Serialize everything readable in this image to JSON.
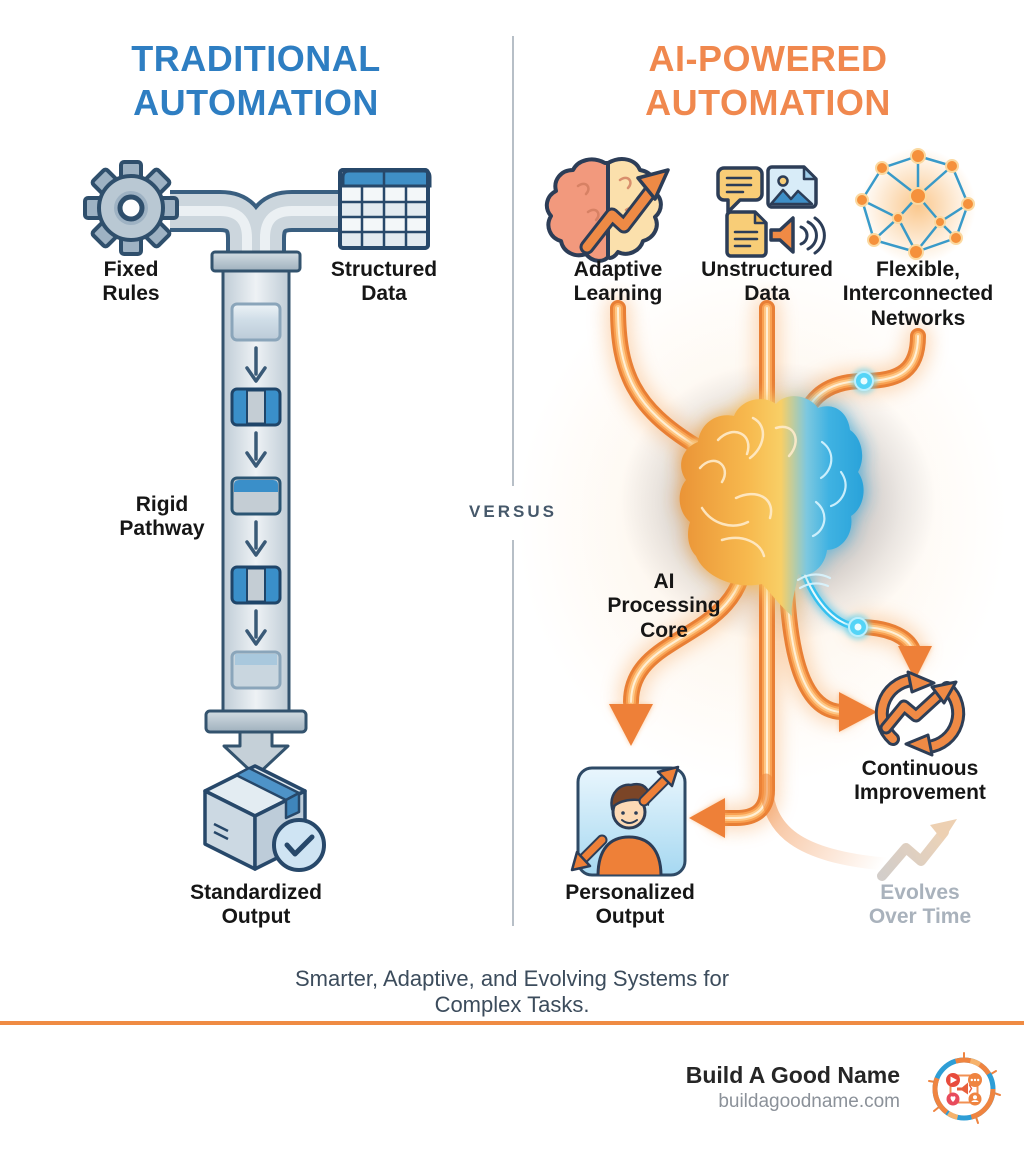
{
  "header": {
    "left_title": "TRADITIONAL\nAUTOMATION",
    "right_title": "AI-POWERED\nAUTOMATION",
    "versus": "VERSUS"
  },
  "traditional": {
    "fixed_rules": "Fixed\nRules",
    "structured_data": "Structured\nData",
    "rigid_pathway": "Rigid\nPathway",
    "standardized_output": "Standardized\nOutput"
  },
  "ai": {
    "adaptive_learning": "Adaptive\nLearning",
    "unstructured_data": "Unstructured\nData",
    "flexible_networks": "Flexible,\nInterconnected\nNetworks",
    "processing_core": "AI\nProcessing\nCore",
    "personalized_output": "Personalized\nOutput",
    "continuous_improvement": "Continuous\nImprovement",
    "evolves_over_time": "Evolves\nOver Time"
  },
  "footer": {
    "tagline": "Smarter, Adaptive, and Evolving Systems for Complex Tasks.",
    "brand_name": "Build A Good Name",
    "brand_url": "buildagoodname.com"
  },
  "colors": {
    "traditional_blue": "#2E7EC2",
    "ai_orange": "#F0884E",
    "stream_orange": "#E87F35",
    "pipe_gray": "#CCD6DD",
    "outline_navy": "#2C3D57",
    "divider_gray": "#B7BFC7",
    "muted_label_gray": "#A9B2BC",
    "tagline_slate": "#3C4C5C",
    "footer_rule_orange": "#EF8B43",
    "neural_cyan": "#3EC2EE"
  },
  "icons": {
    "gear": "gear-icon",
    "table": "table-icon",
    "package_check": "package-check-icon",
    "brain_growth": "brain-growth-icon",
    "chat_bubble": "chat-bubble-icon",
    "image": "image-icon",
    "document": "document-icon",
    "speaker": "speaker-icon",
    "network": "network-icon",
    "glowing_brain": "glowing-brain-icon",
    "person": "person-icon",
    "sync_arrows": "sync-arrows-icon",
    "trend_arrow": "trend-arrow-icon",
    "brand_logo": "brand-logo-icon"
  }
}
